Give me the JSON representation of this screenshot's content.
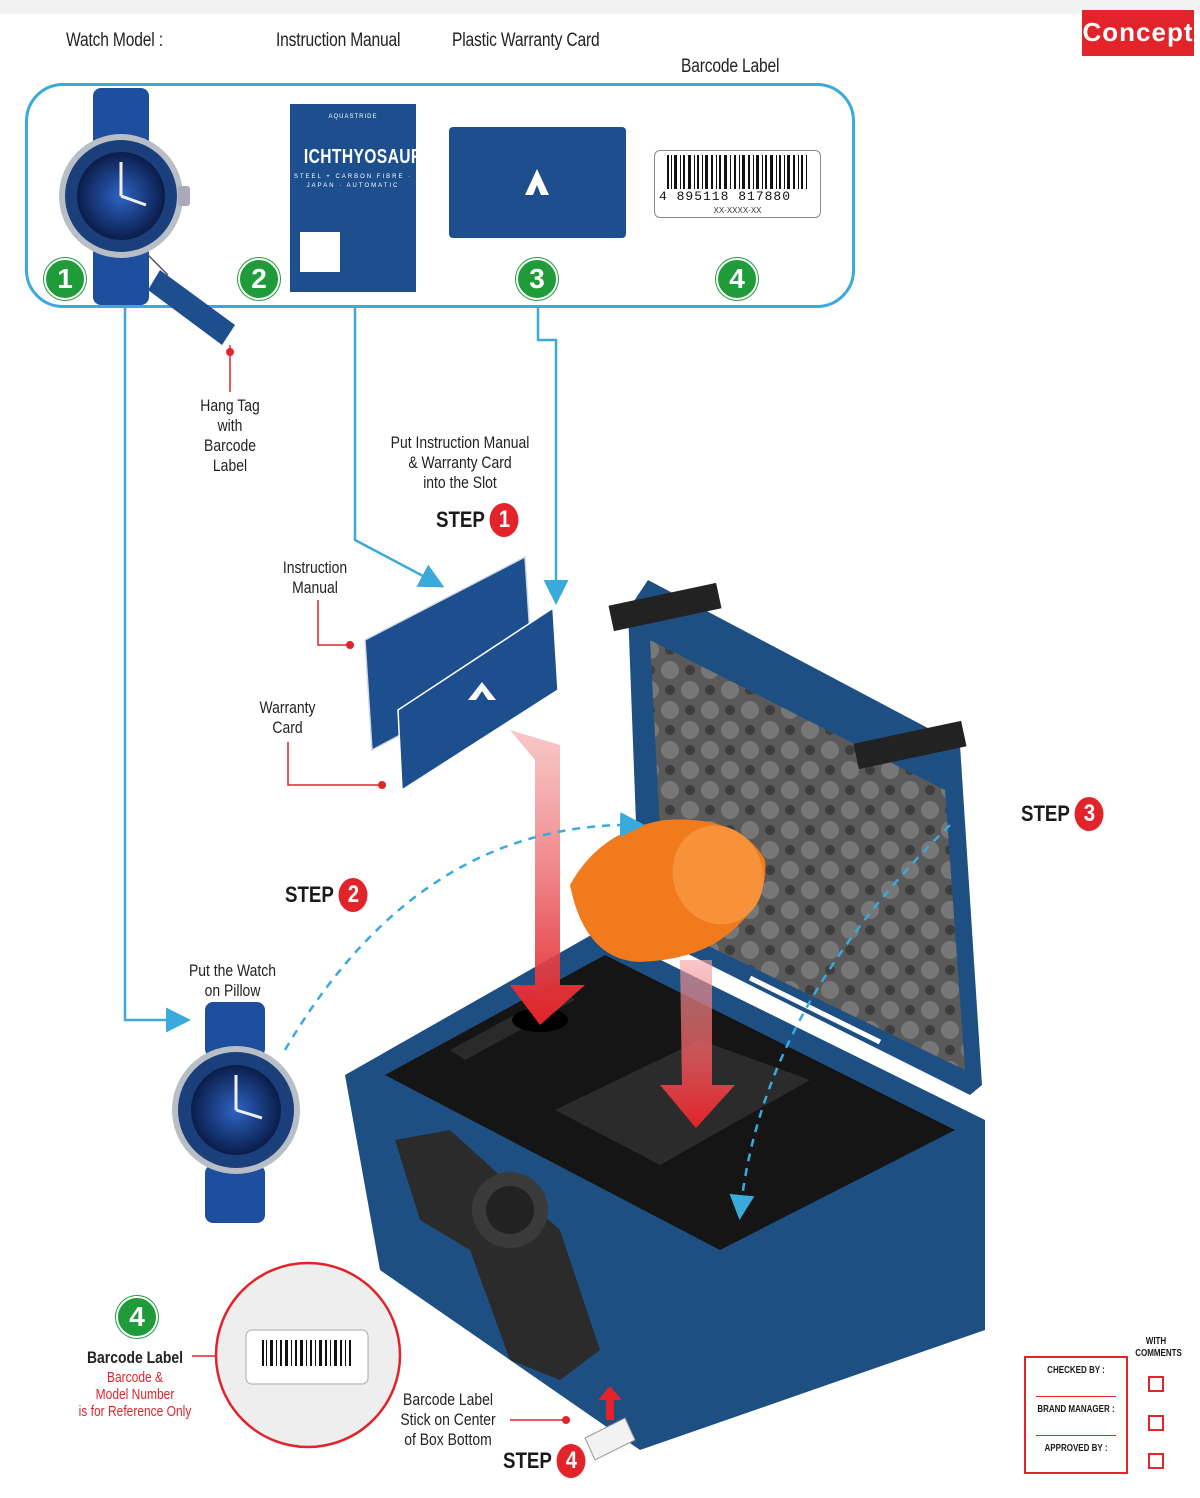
{
  "brand": {
    "label": "Concept"
  },
  "top_labels": {
    "watch_model": "Watch Model :",
    "instruction_manual": "Instruction Manual",
    "plastic_warranty_card": "Plastic Warranty Card",
    "barcode_label": "Barcode Label"
  },
  "items": [
    {
      "number": "1"
    },
    {
      "number": "2"
    },
    {
      "number": "3"
    },
    {
      "number": "4"
    }
  ],
  "manual": {
    "brand_line": "AQUASTRIDE",
    "title": "ICHTHYOSAUR",
    "subtitle": "STEEL + CARBON FIBRE · JAPAN · AUTOMATIC"
  },
  "barcode": {
    "digits": "4 895118 817880",
    "code": "XX-XXXX-XX"
  },
  "annotations": {
    "hang_tag": [
      "Hang Tag",
      "with",
      "Barcode Label"
    ],
    "put_manual": [
      "Put Instruction Manual",
      "& Warranty Card",
      "into the Slot"
    ],
    "instruction_manual": [
      "Instruction",
      "Manual"
    ],
    "warranty_card": [
      "Warranty",
      "Card"
    ],
    "put_watch": [
      "Put the Watch",
      "on Pillow"
    ],
    "barcode_label_bottom": "Barcode Label",
    "barcode_ref_note": [
      "Barcode &",
      "Model Number",
      "is for Reference Only"
    ],
    "stick_label": [
      "Barcode Label",
      "Stick on Center",
      "of Box Bottom"
    ]
  },
  "steps": [
    {
      "word": "STEP",
      "number": "1"
    },
    {
      "word": "STEP",
      "number": "2"
    },
    {
      "word": "STEP",
      "number": "3"
    },
    {
      "word": "STEP",
      "number": "4"
    }
  ],
  "approval": {
    "with_comments": "WITH COMMENTS",
    "rows": [
      "CHECKED BY :",
      "BRAND MANAGER :",
      "APPROVED BY :"
    ]
  },
  "colors": {
    "accent_red": "#e2232a",
    "line_blue": "#3aa9db",
    "step_green": "#1f9b3a",
    "case_blue": "#1e4f82",
    "pillow_orange": "#f07a1c"
  }
}
